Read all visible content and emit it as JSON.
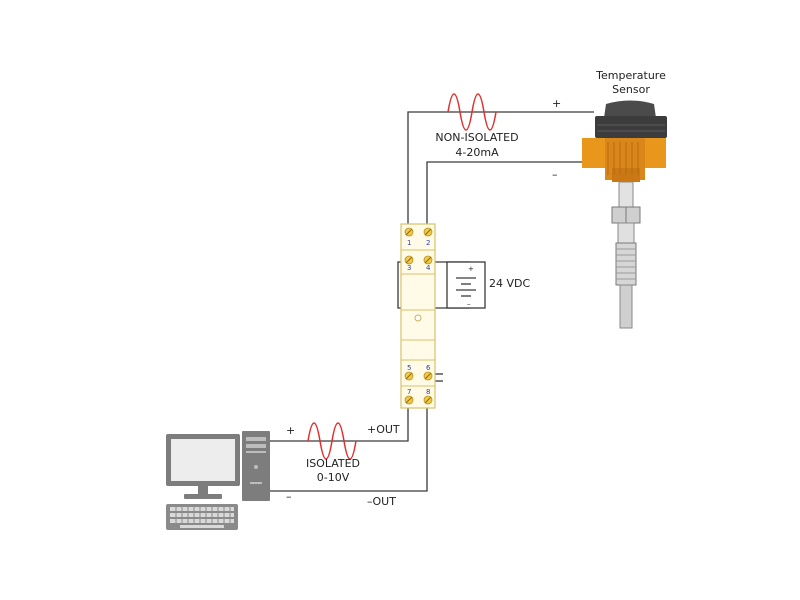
{
  "sensor": {
    "label_line1": "Temperature",
    "label_line2": "Sensor"
  },
  "input_loop": {
    "type_line1": "NON-ISOLATED",
    "type_line2": "4-20mA",
    "plus": "+",
    "minus": "–"
  },
  "module": {
    "terminals": [
      "1",
      "2",
      "3",
      "4",
      "5",
      "6",
      "7",
      "8"
    ]
  },
  "power": {
    "label": "24 VDC",
    "plus": "+",
    "minus": "–"
  },
  "output_loop": {
    "type_line1": "ISOLATED",
    "type_line2": "0-10V",
    "plus": "+",
    "minus": "–",
    "out_plus": "+OUT",
    "out_minus": "–OUT"
  },
  "colors": {
    "wire": "#3a3a3a",
    "noise": "#e0312f",
    "module_fill": "#fffbe6",
    "module_border": "#d9c26a",
    "terminal_fill": "#f1c84a",
    "terminal_number": "#2d3fb0",
    "sensor_body": "#e9961c",
    "sensor_head": "#3c3c3c",
    "computer": "#7d7d7d"
  }
}
